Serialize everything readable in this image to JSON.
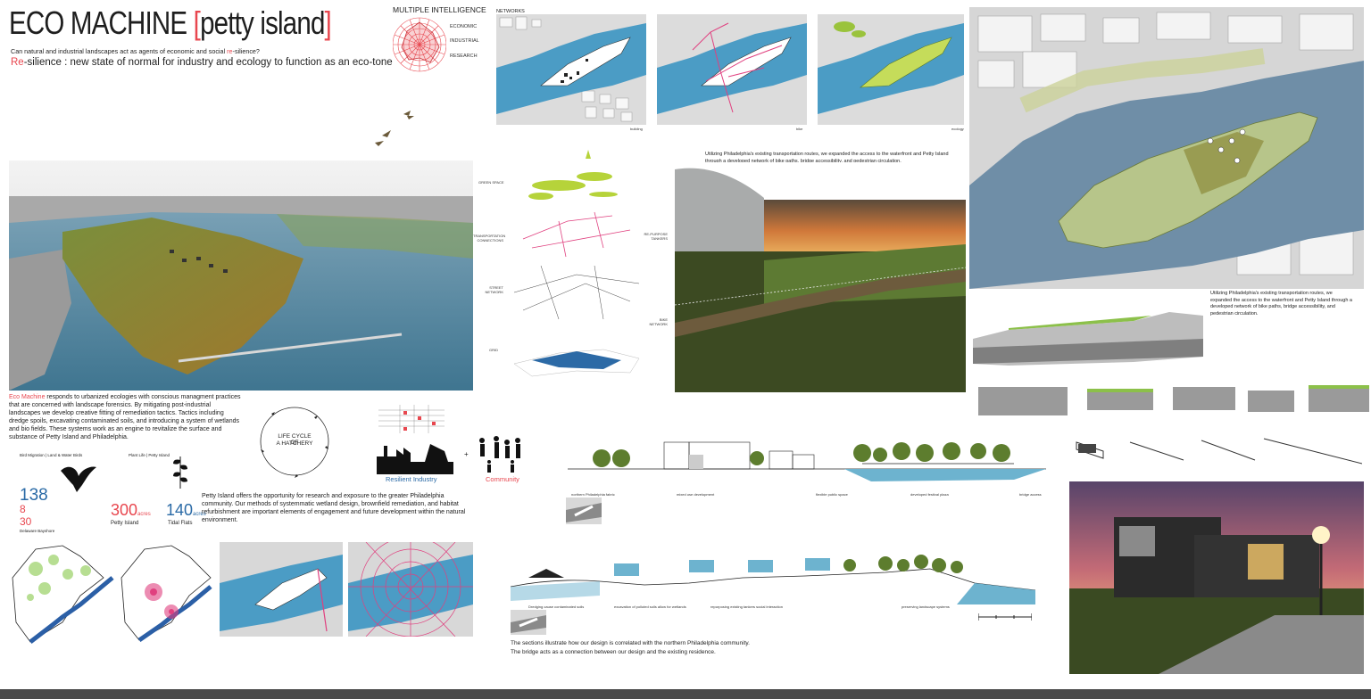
{
  "header": {
    "title_main": "ECO MACHINE",
    "title_bracket_open": "[",
    "title_sub": "petty island",
    "title_bracket_close": "]",
    "question_pre": "Can natural and industrial landscapes act as agents of economic and social ",
    "question_re": "re",
    "question_post": "-silience?",
    "tagline_re": "Re",
    "tagline_rest": "-silience : new state of normal for industry and ecology to function as an eco-tone"
  },
  "radar": {
    "title": "MULTIPLE INTELLIGENCE",
    "labels": [
      "ECONOMIC",
      "INDUSTRIAL",
      "RESEARCH"
    ]
  },
  "networks": {
    "title": "NETWORKS",
    "captions": [
      "building",
      "bike",
      "ecology"
    ]
  },
  "layers": {
    "labels": [
      "GREEN SPACE",
      "TRANSPORTATION CONNECTIONS",
      "STREET NETWORK",
      "GRID"
    ]
  },
  "render_labels": {
    "repurpose": "RE-PURPOSE TANKERS",
    "bike": "BIKE NETWORK"
  },
  "transport_text": "Utilizing Philadelphia's existing transportation routes, we expanded the access to the waterfront and Petty Island through a developed network of bike paths, bridge accessibility, and pedestrian circulation.",
  "right_text": "Utilizing Philadelphia's existing transportation routes, we expanded the access to the waterfront and Petty Island through a developed network of bike paths, bridge accessibility, and pedestrian circulation.",
  "intro": {
    "highlight": "Eco Machine",
    "text": " responds to urbanized ecologies with conscious managment practices that are concerned with landscape forensics. By mitigating post-industrial landscapes we develop creative fitting of remediation tactics. Tactics including dredge spoils, excavating contaminated soils, and introducing a system of wetlands and bio fields. These systems work as an engine to revitalize the surface and substance of Petty Island and Philadelphia."
  },
  "lifecycle": {
    "center_line1": "LIFE CYCLE OF",
    "center_line2": "A HATCHERY"
  },
  "stats": {
    "bird_heading": "Bird Migration | Land & Water Birds",
    "bird_value": "138",
    "bird_value_2": "8",
    "bird_value_3": "30",
    "plant_heading": "Plant Life | Petty Island",
    "plant_value": "300",
    "plant_unit": "acres",
    "plant_label": "Petty Island",
    "flats_value": "140",
    "flats_unit": "acres",
    "flats_label": "Tidal Flats",
    "delaware_label": "Delaware Bayshore"
  },
  "labels": {
    "resilient": "Resilient Industry",
    "plus": "+",
    "community": "Community"
  },
  "petty_text": "Petty Island offers the opportunity for research and exposure to the greater Philadelphia community. Our methods of systemmatic wetland design, brownfield remediation, and habitat refurbishment are important elements of engagement and future development within the natural environment.",
  "section1_labels": [
    "northern Philadelphia fabric",
    "mixed use development",
    "flexible public space",
    "developed festival plaza",
    "bridge access"
  ],
  "section2_labels": [
    "Dredging cause contaminated soils",
    "excavation of polluted soils allow for wetlands",
    "repurposing existing tankers social interaction",
    "preserving landscape systems"
  ],
  "sections_text_1": "The sections illustrate how our design is correlated with the northern Philadelphia community.",
  "sections_text_2": "The bridge acts as a connection between our design and the existing residence."
}
